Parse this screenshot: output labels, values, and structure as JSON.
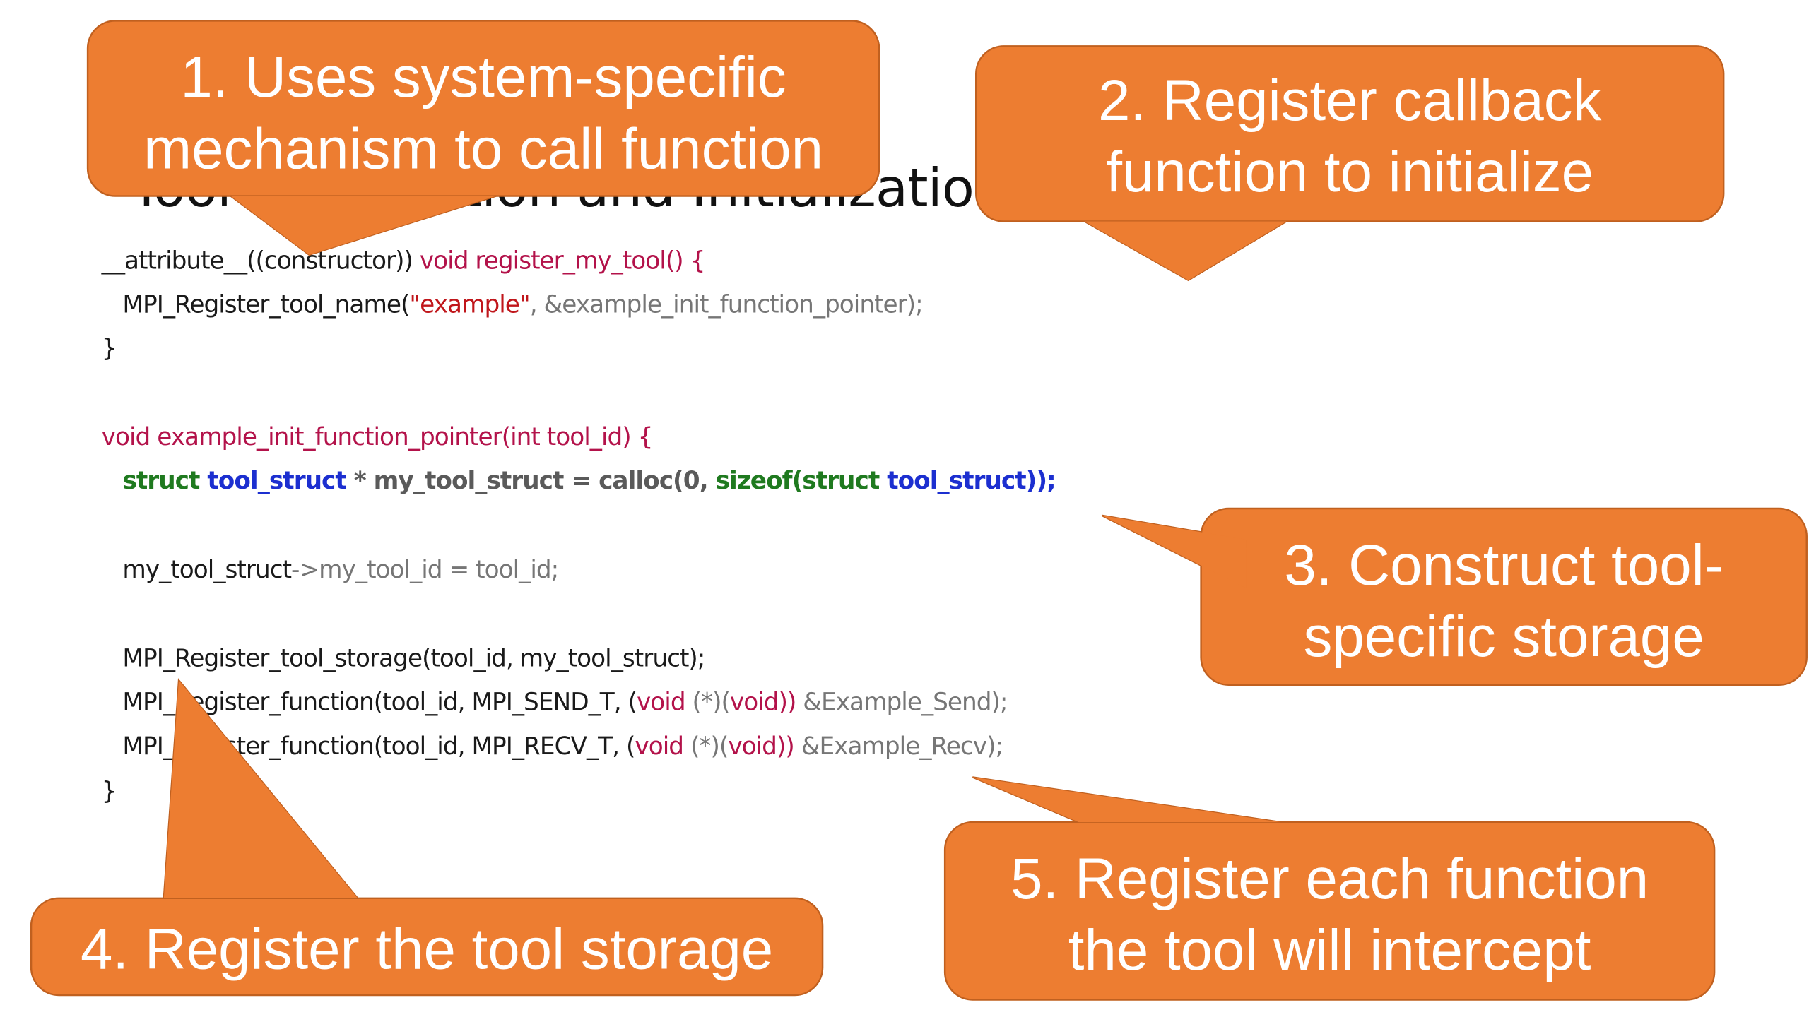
{
  "slide": {
    "title": "Tool Registration and Initialization"
  },
  "colors": {
    "callout_fill": "#ed7d31",
    "callout_stroke": "#c0601f",
    "keyword": "#b3124a",
    "string": "#c0161b",
    "type": "#1f7a1f",
    "struct_name": "#1c2fd0",
    "gray": "#767676"
  },
  "code": {
    "lines": [
      [
        {
          "t": "__attribute__((constructor)) ",
          "c": "default"
        },
        {
          "t": "void register_my_tool() {",
          "c": "keyword"
        }
      ],
      [
        {
          "t": "   MPI_Register_tool_name(",
          "c": "default"
        },
        {
          "t": "\"example\"",
          "c": "string"
        },
        {
          "t": ", &example_init_function_pointer);",
          "c": "gray"
        }
      ],
      [
        {
          "t": "}",
          "c": "default"
        }
      ],
      [],
      [
        {
          "t": "void example_init_function_pointer(int tool_id) {",
          "c": "keyword"
        }
      ],
      [
        {
          "t": "   ",
          "c": "default"
        },
        {
          "t": "struct",
          "c": "type"
        },
        {
          "t": " tool_struct",
          "c": "struct"
        },
        {
          "t": " * my_tool_struct = calloc(0, ",
          "c": "muted"
        },
        {
          "t": "sizeof(struct",
          "c": "type"
        },
        {
          "t": " tool_struct));",
          "c": "struct"
        }
      ],
      [],
      [
        {
          "t": "   my_tool_struct",
          "c": "default"
        },
        {
          "t": "->my_tool_id = tool_id;",
          "c": "gray"
        }
      ],
      [],
      [
        {
          "t": "   MPI_Register_tool_storage(tool_id, my_tool_struct);",
          "c": "default"
        }
      ],
      [
        {
          "t": "   MPI_Register_function(tool_id, MPI_SEND_T, (",
          "c": "default"
        },
        {
          "t": "void",
          "c": "keyword"
        },
        {
          "t": " (*)(",
          "c": "gray"
        },
        {
          "t": "void",
          "c": "keyword"
        },
        {
          "t": ")) ",
          "c": "keyword"
        },
        {
          "t": "&Example_Send);",
          "c": "gray"
        }
      ],
      [
        {
          "t": "   MPI_Register_function(tool_id, MPI_RECV_T, (",
          "c": "default"
        },
        {
          "t": "void",
          "c": "keyword"
        },
        {
          "t": " (*)(",
          "c": "gray"
        },
        {
          "t": "void",
          "c": "keyword"
        },
        {
          "t": ")) ",
          "c": "keyword"
        },
        {
          "t": "&Example_Recv);",
          "c": "gray"
        }
      ],
      [
        {
          "t": "}",
          "c": "default"
        }
      ]
    ]
  },
  "callouts": [
    {
      "lines": [
        "1. Uses system-specific",
        "mechanism to call function"
      ]
    },
    {
      "lines": [
        "2. Register callback",
        "function to initialize"
      ]
    },
    {
      "lines": [
        "3. Construct tool-",
        "specific storage"
      ]
    },
    {
      "lines": [
        "4. Register the tool storage"
      ]
    },
    {
      "lines": [
        "5. Register each function",
        "the tool will intercept"
      ]
    }
  ]
}
